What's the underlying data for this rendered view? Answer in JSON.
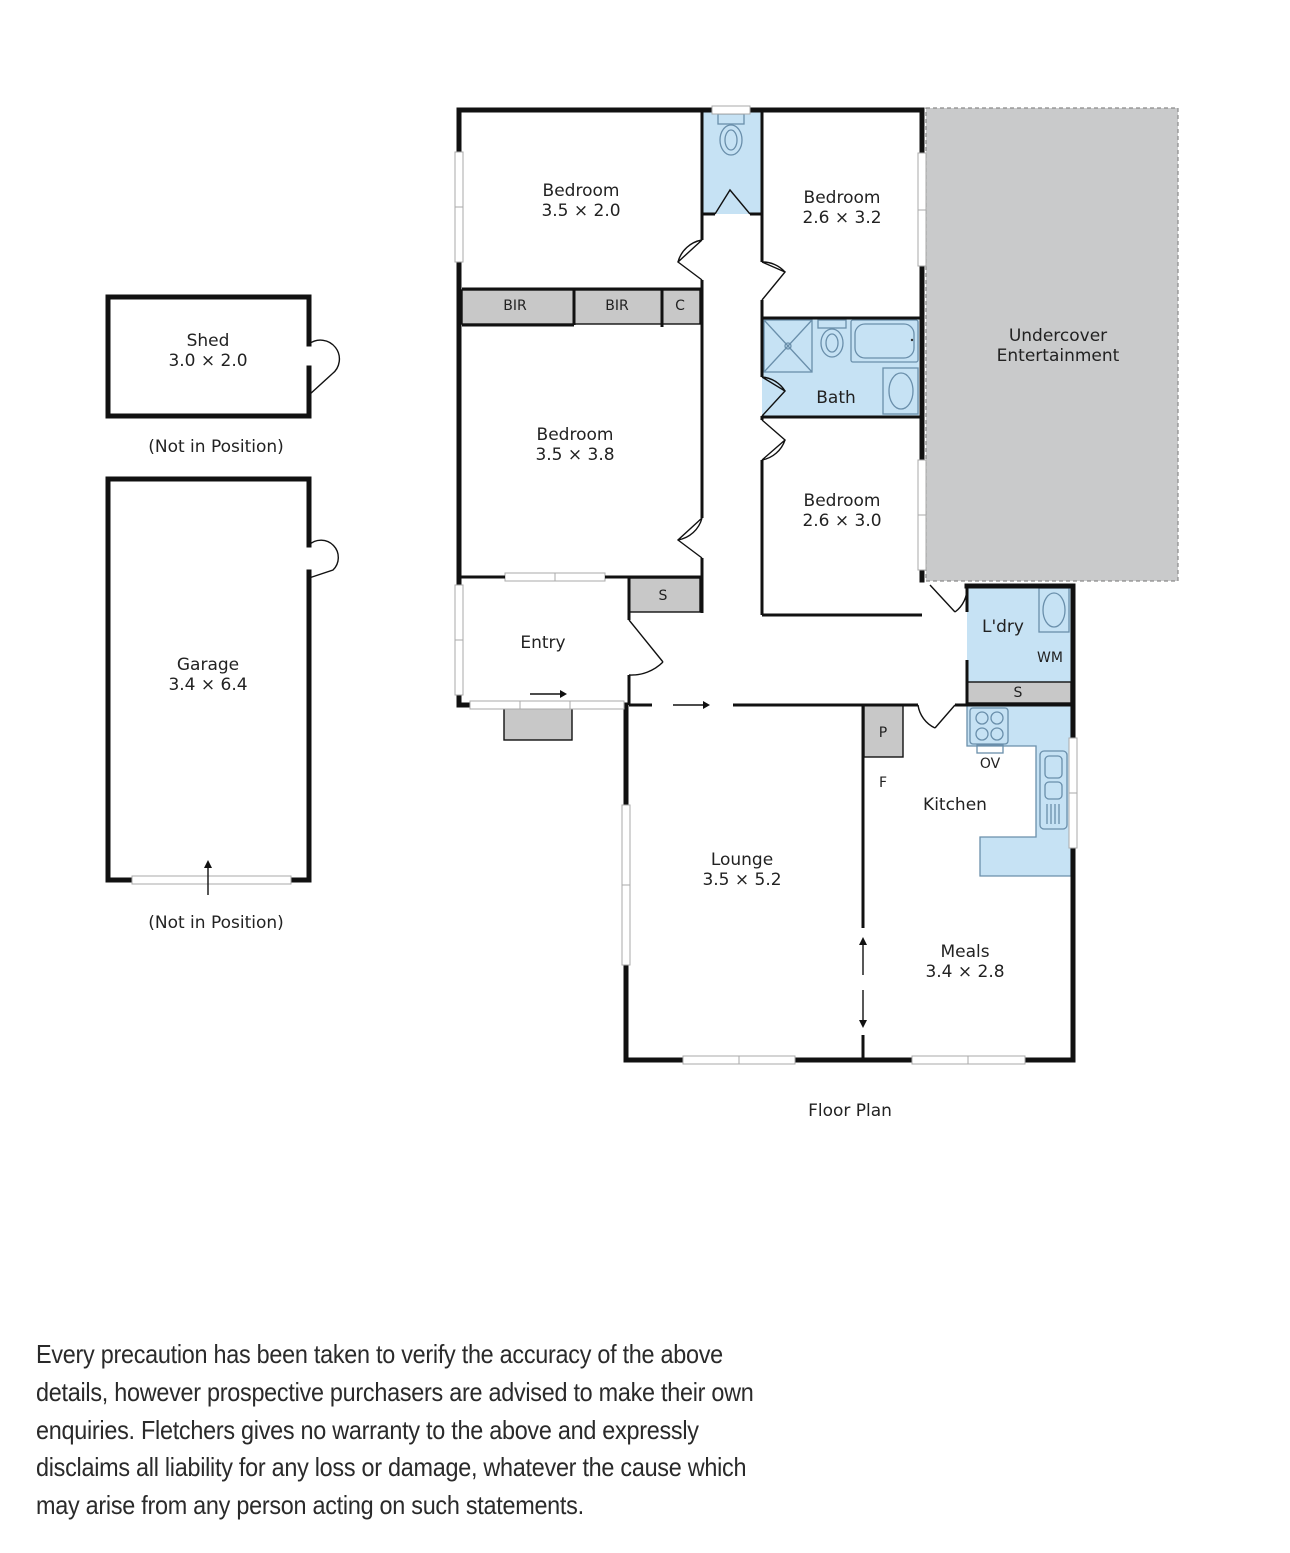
{
  "floor_plan": {
    "caption": "Floor Plan",
    "colors": {
      "wall": "#111111",
      "wet_area": "#c6e2f4",
      "storage": "#c8c8c8",
      "undercover": "#c9cacb",
      "background": "#ffffff"
    },
    "rooms": {
      "bedroom1": {
        "name": "Bedroom",
        "size": "3.5 × 2.0"
      },
      "bedroom2": {
        "name": "Bedroom",
        "size": "2.6 × 3.2"
      },
      "bedroom3": {
        "name": "Bedroom",
        "size": "3.5 × 3.8"
      },
      "bedroom4": {
        "name": "Bedroom",
        "size": "2.6 × 3.0"
      },
      "bath": {
        "name": "Bath"
      },
      "undercover": {
        "line1": "Undercover",
        "line2": "Entertainment"
      },
      "entry": {
        "name": "Entry"
      },
      "laundry": {
        "name": "L'dry"
      },
      "kitchen": {
        "name": "Kitchen"
      },
      "lounge": {
        "name": "Lounge",
        "size": "3.5 × 5.2"
      },
      "meals": {
        "name": "Meals",
        "size": "3.4 × 2.8"
      }
    },
    "fixtures": {
      "bir1": "BIR",
      "bir2": "BIR",
      "cupboard": "C",
      "store_entry": "S",
      "store_laundry": "S",
      "washing_machine": "WM",
      "pantry": "P",
      "fridge": "F",
      "oven": "OV"
    }
  },
  "outbuildings": {
    "shed": {
      "name": "Shed",
      "size": "3.0 × 2.0",
      "note": "(Not in Position)"
    },
    "garage": {
      "name": "Garage",
      "size": "3.4 × 6.4",
      "note": "(Not in Position)"
    }
  },
  "disclaimer": {
    "lines": [
      "Every precaution has been taken to verify the accuracy of the above",
      "details, however prospective purchasers are advised to make their own",
      "enquiries. Fletchers gives no warranty to the above and expressly",
      "disclaims all liability for any loss or damage, whatever the cause which",
      "may arise from any person acting on such statements."
    ]
  }
}
